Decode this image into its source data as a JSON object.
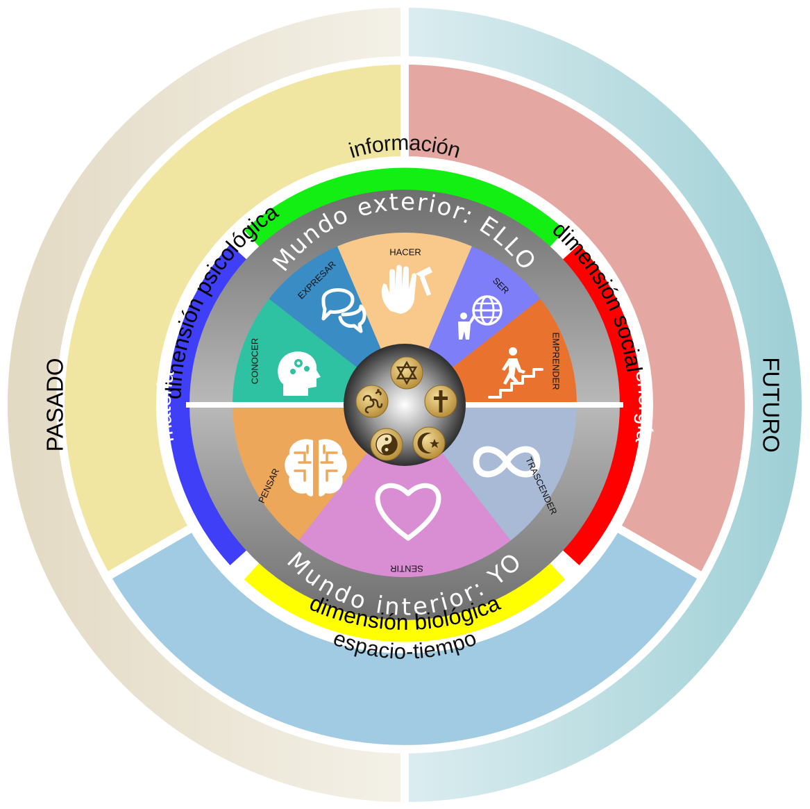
{
  "time_labels": {
    "past": "PASADO",
    "future": "FUTURO"
  },
  "dimensions": {
    "psychological": "dimensión psicológica",
    "social": "dimensión social",
    "biological": "dimensión biológica"
  },
  "bands": {
    "top": "información",
    "right": "energía",
    "bottom": "espacio-tiempo",
    "left": "materia"
  },
  "worlds": {
    "exterior": "Mundo exterior: ELLO",
    "interior": "Mundo interior: YO"
  },
  "segments": {
    "conocer": "CONOCER",
    "expresar": "EXPRESAR",
    "hacer": "HACER",
    "ser": "SER",
    "emprender": "EMPRENDER",
    "trascender": "TRASCENDER",
    "sentir": "SENTIR",
    "pensar": "PENSAR"
  },
  "colors": {
    "psychological": "#f0e6a2",
    "social": "#e5a7a1",
    "biological": "#a0cbe2",
    "informacion": "#13ef13",
    "energia": "#ff0000",
    "espacio_tiempo": "#ffff00",
    "materia": "#3f3ff8",
    "conocer": "#2ec2a2",
    "expresar": "#3a8cc4",
    "hacer": "#f8c98a",
    "ser": "#7e7ef8",
    "emprender": "#e9722f",
    "trascender": "#a8bad6",
    "sentir": "#d98ed4",
    "pensar": "#eca75a",
    "religion_gold": "#c9a04a"
  },
  "center_icons": [
    "star-of-david-icon",
    "cross-icon",
    "crescent-star-icon",
    "yin-yang-icon",
    "om-icon"
  ]
}
